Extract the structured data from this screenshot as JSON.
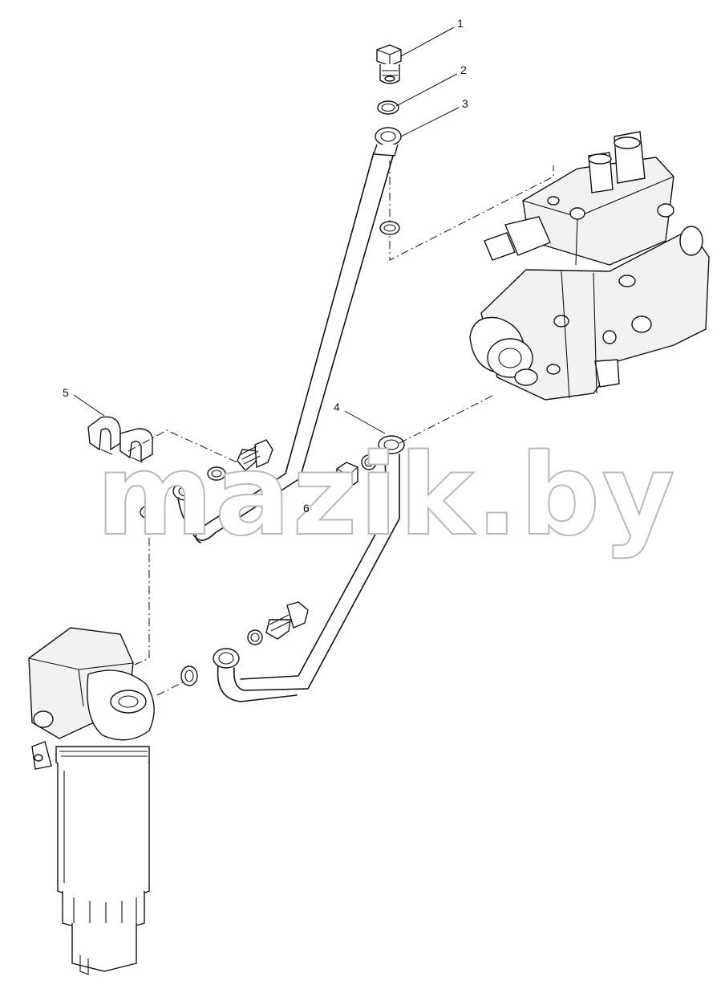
{
  "diagram": {
    "callouts": [
      {
        "id": "callout-1",
        "label": "1"
      },
      {
        "id": "callout-2",
        "label": "2"
      },
      {
        "id": "callout-3",
        "label": "3"
      },
      {
        "id": "callout-4",
        "label": "4"
      },
      {
        "id": "callout-5",
        "label": "5"
      },
      {
        "id": "callout-6",
        "label": "6"
      }
    ],
    "watermark": "mazik.by"
  }
}
